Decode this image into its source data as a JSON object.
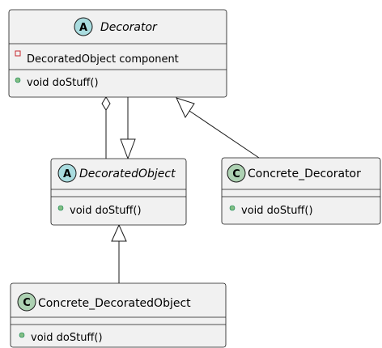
{
  "diagram": {
    "colors": {
      "box_fill": "#F1F1F1",
      "box_stroke": "#181818",
      "abstract_badge": "#A9DCDF",
      "class_badge": "#ADD1B2",
      "private_marker": "#C82930",
      "public_marker": "#84BE84"
    },
    "classes": {
      "decorator": {
        "badge": "A",
        "name": "Decorator",
        "abstract": true,
        "field": "DecoratedObject component",
        "field_visibility": "private",
        "method": "void doStuff()",
        "method_visibility": "public"
      },
      "decorated_object": {
        "badge": "A",
        "name": "DecoratedObject",
        "abstract": true,
        "method": "void doStuff()",
        "method_visibility": "public"
      },
      "concrete_decorator": {
        "badge": "C",
        "name": "Concrete_Decorator",
        "abstract": false,
        "method": "void doStuff()",
        "method_visibility": "public"
      },
      "concrete_decorated_object": {
        "badge": "C",
        "name": "Concrete_DecoratedObject",
        "abstract": false,
        "method": "void doStuff()",
        "method_visibility": "public"
      }
    },
    "relationships": [
      {
        "type": "aggregation",
        "from": "decorator",
        "to": "decorated_object"
      },
      {
        "type": "inheritance",
        "from": "decorator",
        "to": "decorated_object"
      },
      {
        "type": "inheritance",
        "from": "concrete_decorator",
        "to": "decorator"
      },
      {
        "type": "inheritance",
        "from": "concrete_decorated_object",
        "to": "decorated_object"
      }
    ]
  }
}
